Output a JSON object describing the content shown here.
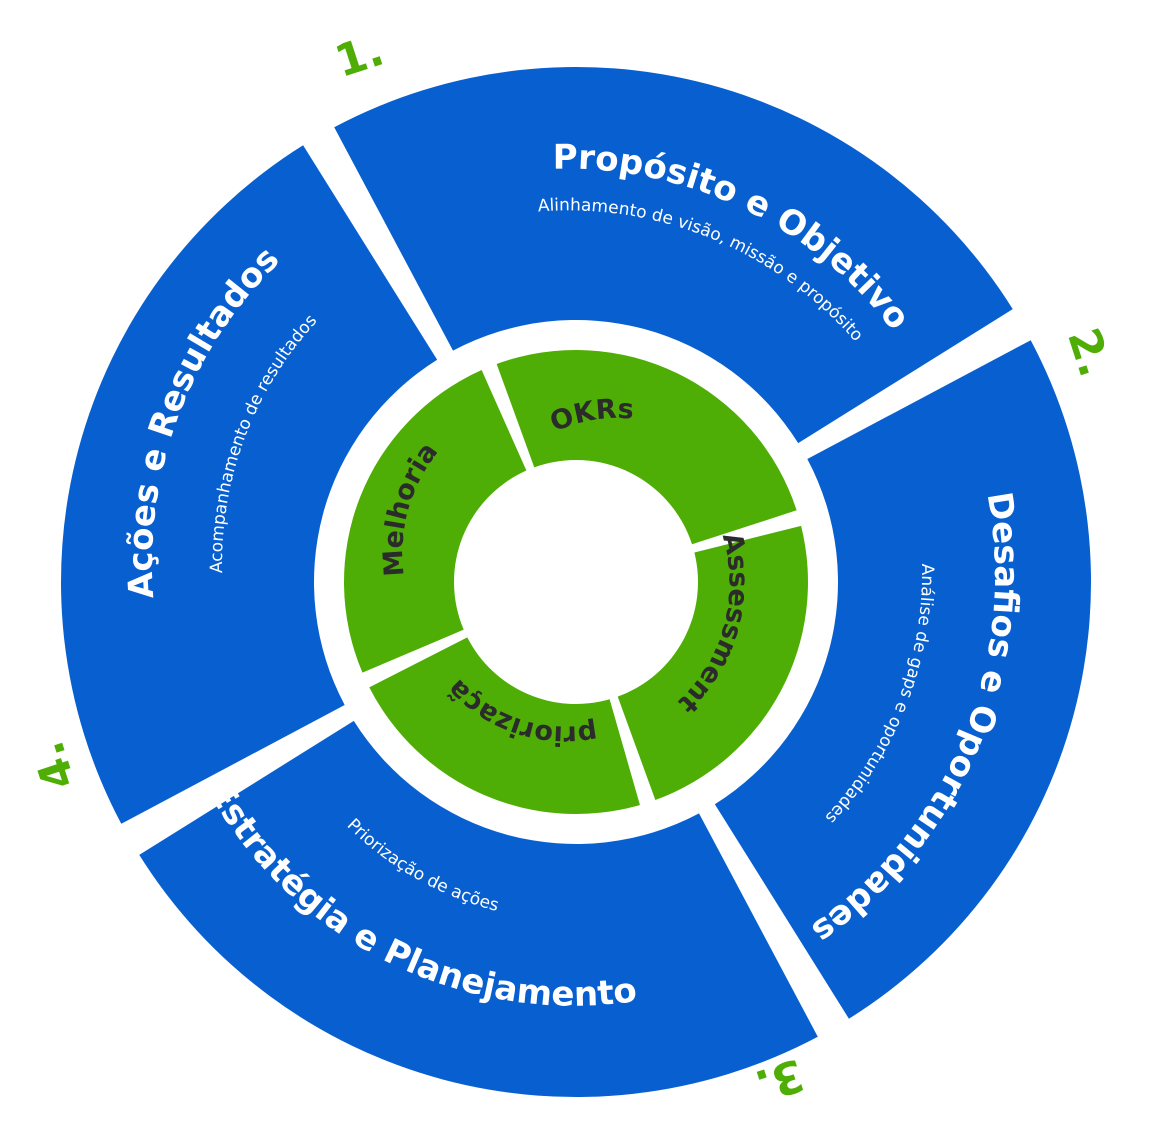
{
  "colors": {
    "blue": "#0860D0",
    "green": "#4FAE05",
    "white": "#FFFFFF",
    "dark_text": "#2B2B2B",
    "number_green": "#4FAE05"
  },
  "outer_segments": [
    {
      "number": "1.",
      "title": "Propósito e Objetivo",
      "subtitle": "Alinhamento de visão, missão e propósito"
    },
    {
      "number": "2.",
      "title": "Desafios e Oportunidades",
      "subtitle": "Análise de gaps e oportunidades"
    },
    {
      "number": "3.",
      "title": "Estratégia e Planejamento",
      "subtitle": "Priorização de ações"
    },
    {
      "number": "4.",
      "title": "Ações e Resultados",
      "subtitle": "Acompanhamento de resultados"
    }
  ],
  "inner_segments": [
    {
      "label": "OKRs"
    },
    {
      "label": "Assessment"
    },
    {
      "label": "Ppriorização"
    },
    {
      "label": "Melhoria"
    }
  ]
}
